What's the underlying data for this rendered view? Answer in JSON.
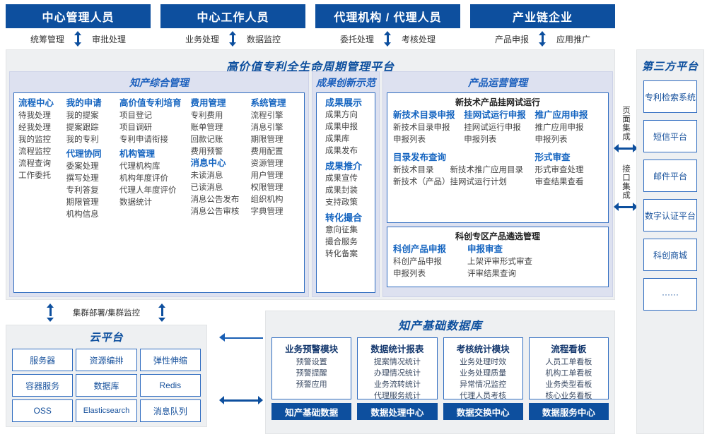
{
  "roles": [
    {
      "title": "中心管理人员",
      "left": "统筹管理",
      "right": "审批处理"
    },
    {
      "title": "中心工作人员",
      "left": "业务处理",
      "right": "数据监控"
    },
    {
      "title": "代理机构 / 代理人员",
      "left": "委托处理",
      "right": "考核处理"
    },
    {
      "title": "产业链企业",
      "left": "产品申报",
      "right": "应用推广"
    }
  ],
  "platform": {
    "title": "高价值专利全生命周期管理平台",
    "groups": {
      "zhichan": {
        "title": "知产综合管理",
        "columns": [
          {
            "heads": [
              {
                "head": "流程中心",
                "items": [
                  "待我处理",
                  "经我处理",
                  "我的监控",
                  "流程监控",
                  "流程查询",
                  "工作委托"
                ]
              }
            ]
          },
          {
            "heads": [
              {
                "head": "我的申请",
                "items": [
                  "我的提案",
                  "提案跟踪",
                  "我的专利"
                ]
              },
              {
                "head": "代理协同",
                "items": [
                  "委案处理",
                  "撰写处理",
                  "专利答复",
                  "期限管理",
                  "机构信息"
                ]
              }
            ]
          },
          {
            "heads": [
              {
                "head": "高价值专利培育",
                "items": [
                  "项目登记",
                  "项目调研",
                  "专利申请衔接"
                ]
              },
              {
                "head": "机构管理",
                "items": [
                  "代理机构库",
                  "机构年度评价",
                  "代理人年度评价",
                  "数据统计"
                ]
              }
            ]
          },
          {
            "heads": [
              {
                "head": "费用管理",
                "items": [
                  "专利费用",
                  "账单管理",
                  "回款记账",
                  "费用预警"
                ]
              },
              {
                "head": "消息中心",
                "items": [
                  "未读消息",
                  "已读消息",
                  "消息公告发布",
                  "消息公告审核"
                ]
              }
            ]
          },
          {
            "heads": [
              {
                "head": "系统管理",
                "items": [
                  "流程引擎",
                  "消息引擎",
                  "期限管理",
                  "费用配置",
                  "资源管理",
                  "用户管理",
                  "权限管理",
                  "组织机构",
                  "字典管理"
                ]
              }
            ]
          }
        ]
      },
      "chengguo": {
        "title": "成果创新示范",
        "blocks": [
          {
            "head": "成果展示",
            "items": [
              "成果方向",
              "成果申报",
              "成果库",
              "成果发布"
            ]
          },
          {
            "head": "成果推介",
            "items": [
              "成果宣传",
              "成果封装",
              "支持政策"
            ]
          },
          {
            "head": "转化撮合",
            "items": [
              "意向征集",
              "撮合服务",
              "转化备案"
            ]
          }
        ]
      },
      "chanpin": {
        "title": "产品运营管理",
        "panel1": {
          "subtitle": "新技术产品挂网试运行",
          "row1": [
            {
              "head": "新技术目录申报",
              "items": [
                "新技术目录申报",
                "申报列表"
              ]
            },
            {
              "head": "挂网试运行申报",
              "items": [
                "挂网试运行申报",
                "申报列表"
              ]
            },
            {
              "head": "推广应用申报",
              "items": [
                "推广应用申报",
                "申报列表"
              ]
            }
          ],
          "row2": [
            {
              "head": "目录发布查询",
              "items": [
                "新技术目录　　新技术推广应用目录",
                "新技术（产品）挂网试运行计划"
              ]
            },
            {
              "head": "形式审查",
              "items": [
                "形式审查处理",
                "审查结果查看"
              ]
            }
          ]
        },
        "panel2": {
          "subtitle": "科创专区产品遴选管理",
          "row": [
            {
              "head": "科创产品申报",
              "items": [
                "科创产品申报",
                "申报列表"
              ]
            },
            {
              "head": "申报审查",
              "items": [
                "上架评审形式审查",
                "评审结果查询"
              ]
            }
          ]
        }
      }
    }
  },
  "integration": {
    "page": "页面集成",
    "api": "接口集成"
  },
  "third_party": {
    "title": "第三方平台",
    "items": [
      "专利检索系统",
      "短信平台",
      "邮件平台",
      "数字认证平台",
      "科创商城",
      "······"
    ]
  },
  "cloud": {
    "cluster_label": "集群部署/集群监控",
    "title": "云平台",
    "items": [
      "服务器",
      "资源编排",
      "弹性伸缩",
      "容器服务",
      "数据库",
      "Redis",
      "OSS",
      "Elasticsearch",
      "消息队列"
    ]
  },
  "database": {
    "title": "知产基础数据库",
    "cards": [
      {
        "head": "业务预警模块",
        "items": [
          "预警设置",
          "预警提醒",
          "预警应用"
        ]
      },
      {
        "head": "数据统计报表",
        "items": [
          "提案情况统计",
          "办理情况统计",
          "业务流转统计",
          "代理服务统计"
        ]
      },
      {
        "head": "考核统计模块",
        "items": [
          "业务处理时效",
          "业务处理质量",
          "异常情况监控",
          "代理人员考核"
        ]
      },
      {
        "head": "流程看板",
        "items": [
          "人员工单看板",
          "机构工单看板",
          "业务类型看板",
          "核心业务看板"
        ]
      }
    ],
    "bars": [
      "知产基础数据",
      "数据处理中心",
      "数据交换中心",
      "数据服务中心"
    ]
  },
  "colors": {
    "brand": "#0d4f9e",
    "accent": "#1464c0",
    "panel_bg": "#dde1f0",
    "section_bg": "#eef0f2"
  }
}
